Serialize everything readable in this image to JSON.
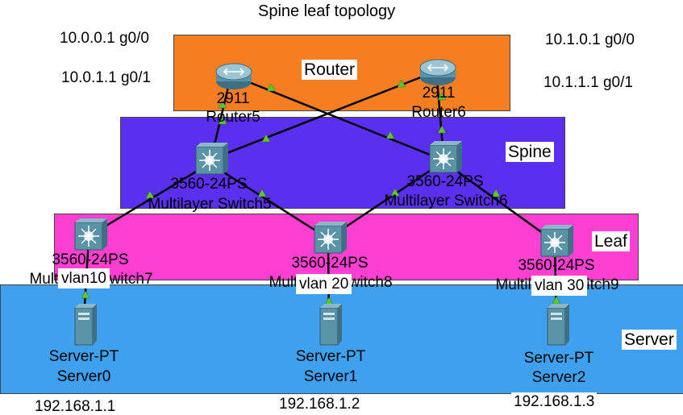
{
  "title": "Spine leaf topology",
  "zones": {
    "router": "Router",
    "spine": "Spine",
    "leaf": "Leaf",
    "server": "Server"
  },
  "ip_labels": {
    "r5_g00": "10.0.0.1 g0/0",
    "r5_g01": "10.0.1.1 g0/1",
    "r6_g00": "10.1.0.1 g0/0",
    "r6_g01": "10.1.1.1 g0/1"
  },
  "devices": {
    "router5": {
      "model": "2911",
      "name": "Router5"
    },
    "router6": {
      "model": "2911",
      "name": "Router6"
    },
    "mls5": {
      "model": "3560-24PS",
      "name": "Multilayer Switch5"
    },
    "mls6": {
      "model": "3560-24PS",
      "name": "Multilayer Switch6"
    },
    "mls7": {
      "model": "3560-24PS",
      "name": "Multilayer Switch7"
    },
    "mls8": {
      "model": "3560-24PS",
      "name": "Multilayer Switch8"
    },
    "mls9": {
      "model": "3560-24PS",
      "name": "Multilayer Switch9"
    },
    "server0": {
      "model": "Server-PT",
      "name": "Server0",
      "ip": "192.168.1.1"
    },
    "server1": {
      "model": "Server-PT",
      "name": "Server1",
      "ip": "192.168.1.2"
    },
    "server2": {
      "model": "Server-PT",
      "name": "Server2",
      "ip": "192.168.1.3"
    }
  },
  "vlans": {
    "v10": "vlan10",
    "v20": "vlan 20",
    "v30": "vlan 30"
  },
  "colors": {
    "router_zone": "#f57f20",
    "spine_zone": "#5b2ff0",
    "leaf_zone": "#ff3fd2",
    "server_zone": "#3fa0f0",
    "link": "#000000",
    "link_marker": "#5cc62e",
    "device_body": "#5b93a6"
  }
}
